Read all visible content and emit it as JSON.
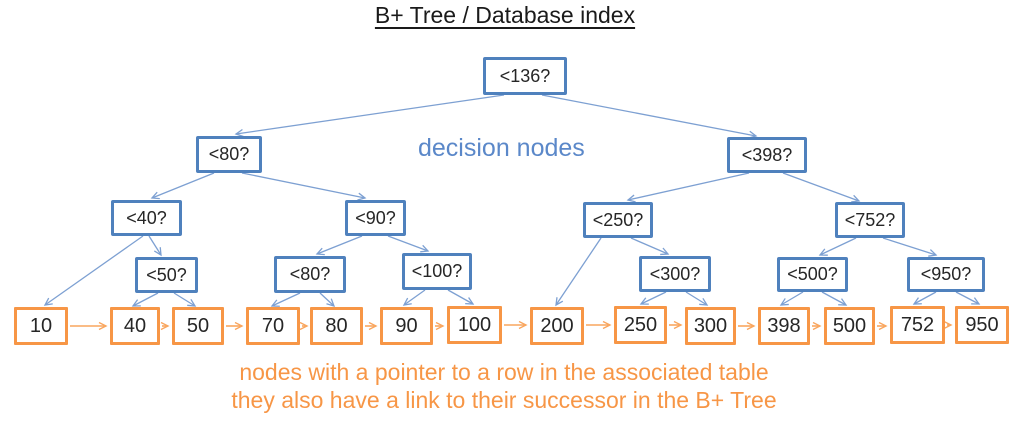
{
  "title": "B+ Tree / Database index",
  "annotations": {
    "decision_label": "decision nodes",
    "leaf_caption_line1": "nodes with a pointer to a row in the associated table",
    "leaf_caption_line2": "they also have a link to their successor in the B+ Tree"
  },
  "colors": {
    "title_text": "#1a1a1a",
    "node_text": "#262626",
    "decision_border": "#4f81bd",
    "decision_edge": "#7da0d2",
    "decision_label": "#5b88c9",
    "leaf_border": "#f79646",
    "leaf_edge": "#f9a65f",
    "caption_text": "#f79646"
  },
  "tree": {
    "decision_nodes": [
      {
        "id": "d136",
        "label": "<136?"
      },
      {
        "id": "d80",
        "label": "<80?"
      },
      {
        "id": "d398",
        "label": "<398?"
      },
      {
        "id": "d40",
        "label": "<40?"
      },
      {
        "id": "d90",
        "label": "<90?"
      },
      {
        "id": "d250",
        "label": "<250?"
      },
      {
        "id": "d752",
        "label": "<752?"
      },
      {
        "id": "d50",
        "label": "<50?"
      },
      {
        "id": "d80b",
        "label": "<80?"
      },
      {
        "id": "d100",
        "label": "<100?"
      },
      {
        "id": "d300",
        "label": "<300?"
      },
      {
        "id": "d500",
        "label": "<500?"
      },
      {
        "id": "d950",
        "label": "<950?"
      }
    ],
    "leaf_nodes": [
      {
        "id": "l10",
        "label": "10"
      },
      {
        "id": "l40",
        "label": "40"
      },
      {
        "id": "l50",
        "label": "50"
      },
      {
        "id": "l70",
        "label": "70"
      },
      {
        "id": "l80",
        "label": "80"
      },
      {
        "id": "l90",
        "label": "90"
      },
      {
        "id": "l100",
        "label": "100"
      },
      {
        "id": "l200",
        "label": "200"
      },
      {
        "id": "l250",
        "label": "250"
      },
      {
        "id": "l300",
        "label": "300"
      },
      {
        "id": "l398",
        "label": "398"
      },
      {
        "id": "l500",
        "label": "500"
      },
      {
        "id": "l752",
        "label": "752"
      },
      {
        "id": "l950",
        "label": "950"
      }
    ],
    "decision_edges": [
      [
        "d136",
        "d80"
      ],
      [
        "d136",
        "d398"
      ],
      [
        "d80",
        "d40"
      ],
      [
        "d80",
        "d90"
      ],
      [
        "d398",
        "d250"
      ],
      [
        "d398",
        "d752"
      ],
      [
        "d40",
        "l10"
      ],
      [
        "d40",
        "d50"
      ],
      [
        "d90",
        "d80b"
      ],
      [
        "d90",
        "d100"
      ],
      [
        "d250",
        "l200"
      ],
      [
        "d250",
        "d300"
      ],
      [
        "d752",
        "d500"
      ],
      [
        "d752",
        "d950"
      ],
      [
        "d50",
        "l40"
      ],
      [
        "d50",
        "l50"
      ],
      [
        "d80b",
        "l70"
      ],
      [
        "d80b",
        "l80"
      ],
      [
        "d100",
        "l90"
      ],
      [
        "d100",
        "l100"
      ],
      [
        "d300",
        "l250"
      ],
      [
        "d300",
        "l300"
      ],
      [
        "d500",
        "l398"
      ],
      [
        "d500",
        "l500"
      ],
      [
        "d950",
        "l752"
      ],
      [
        "d950",
        "l950"
      ]
    ],
    "leaf_chain": [
      "l10",
      "l40",
      "l50",
      "l70",
      "l80",
      "l90",
      "l100",
      "l200",
      "l250",
      "l300",
      "l398",
      "l500",
      "l752",
      "l950"
    ]
  }
}
